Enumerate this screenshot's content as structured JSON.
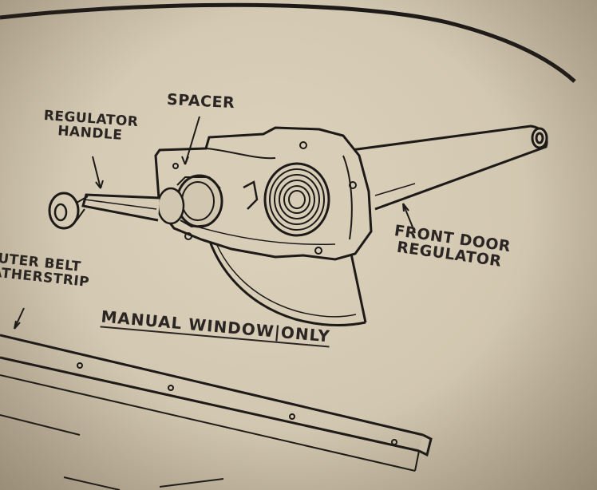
{
  "labels": {
    "spacer": "SPACER",
    "regulator_handle_line1": "REGULATOR",
    "regulator_handle_line2": "HANDLE",
    "front_door_line1": "FRONT DOOR",
    "front_door_line2": "REGULATOR",
    "outer_belt_line1": "UTER BELT",
    "outer_belt_line2": "ATHERSTRIP",
    "manual_part1": "MANUAL WINDOW",
    "manual_sep": "|",
    "manual_part2": "ONLY"
  }
}
